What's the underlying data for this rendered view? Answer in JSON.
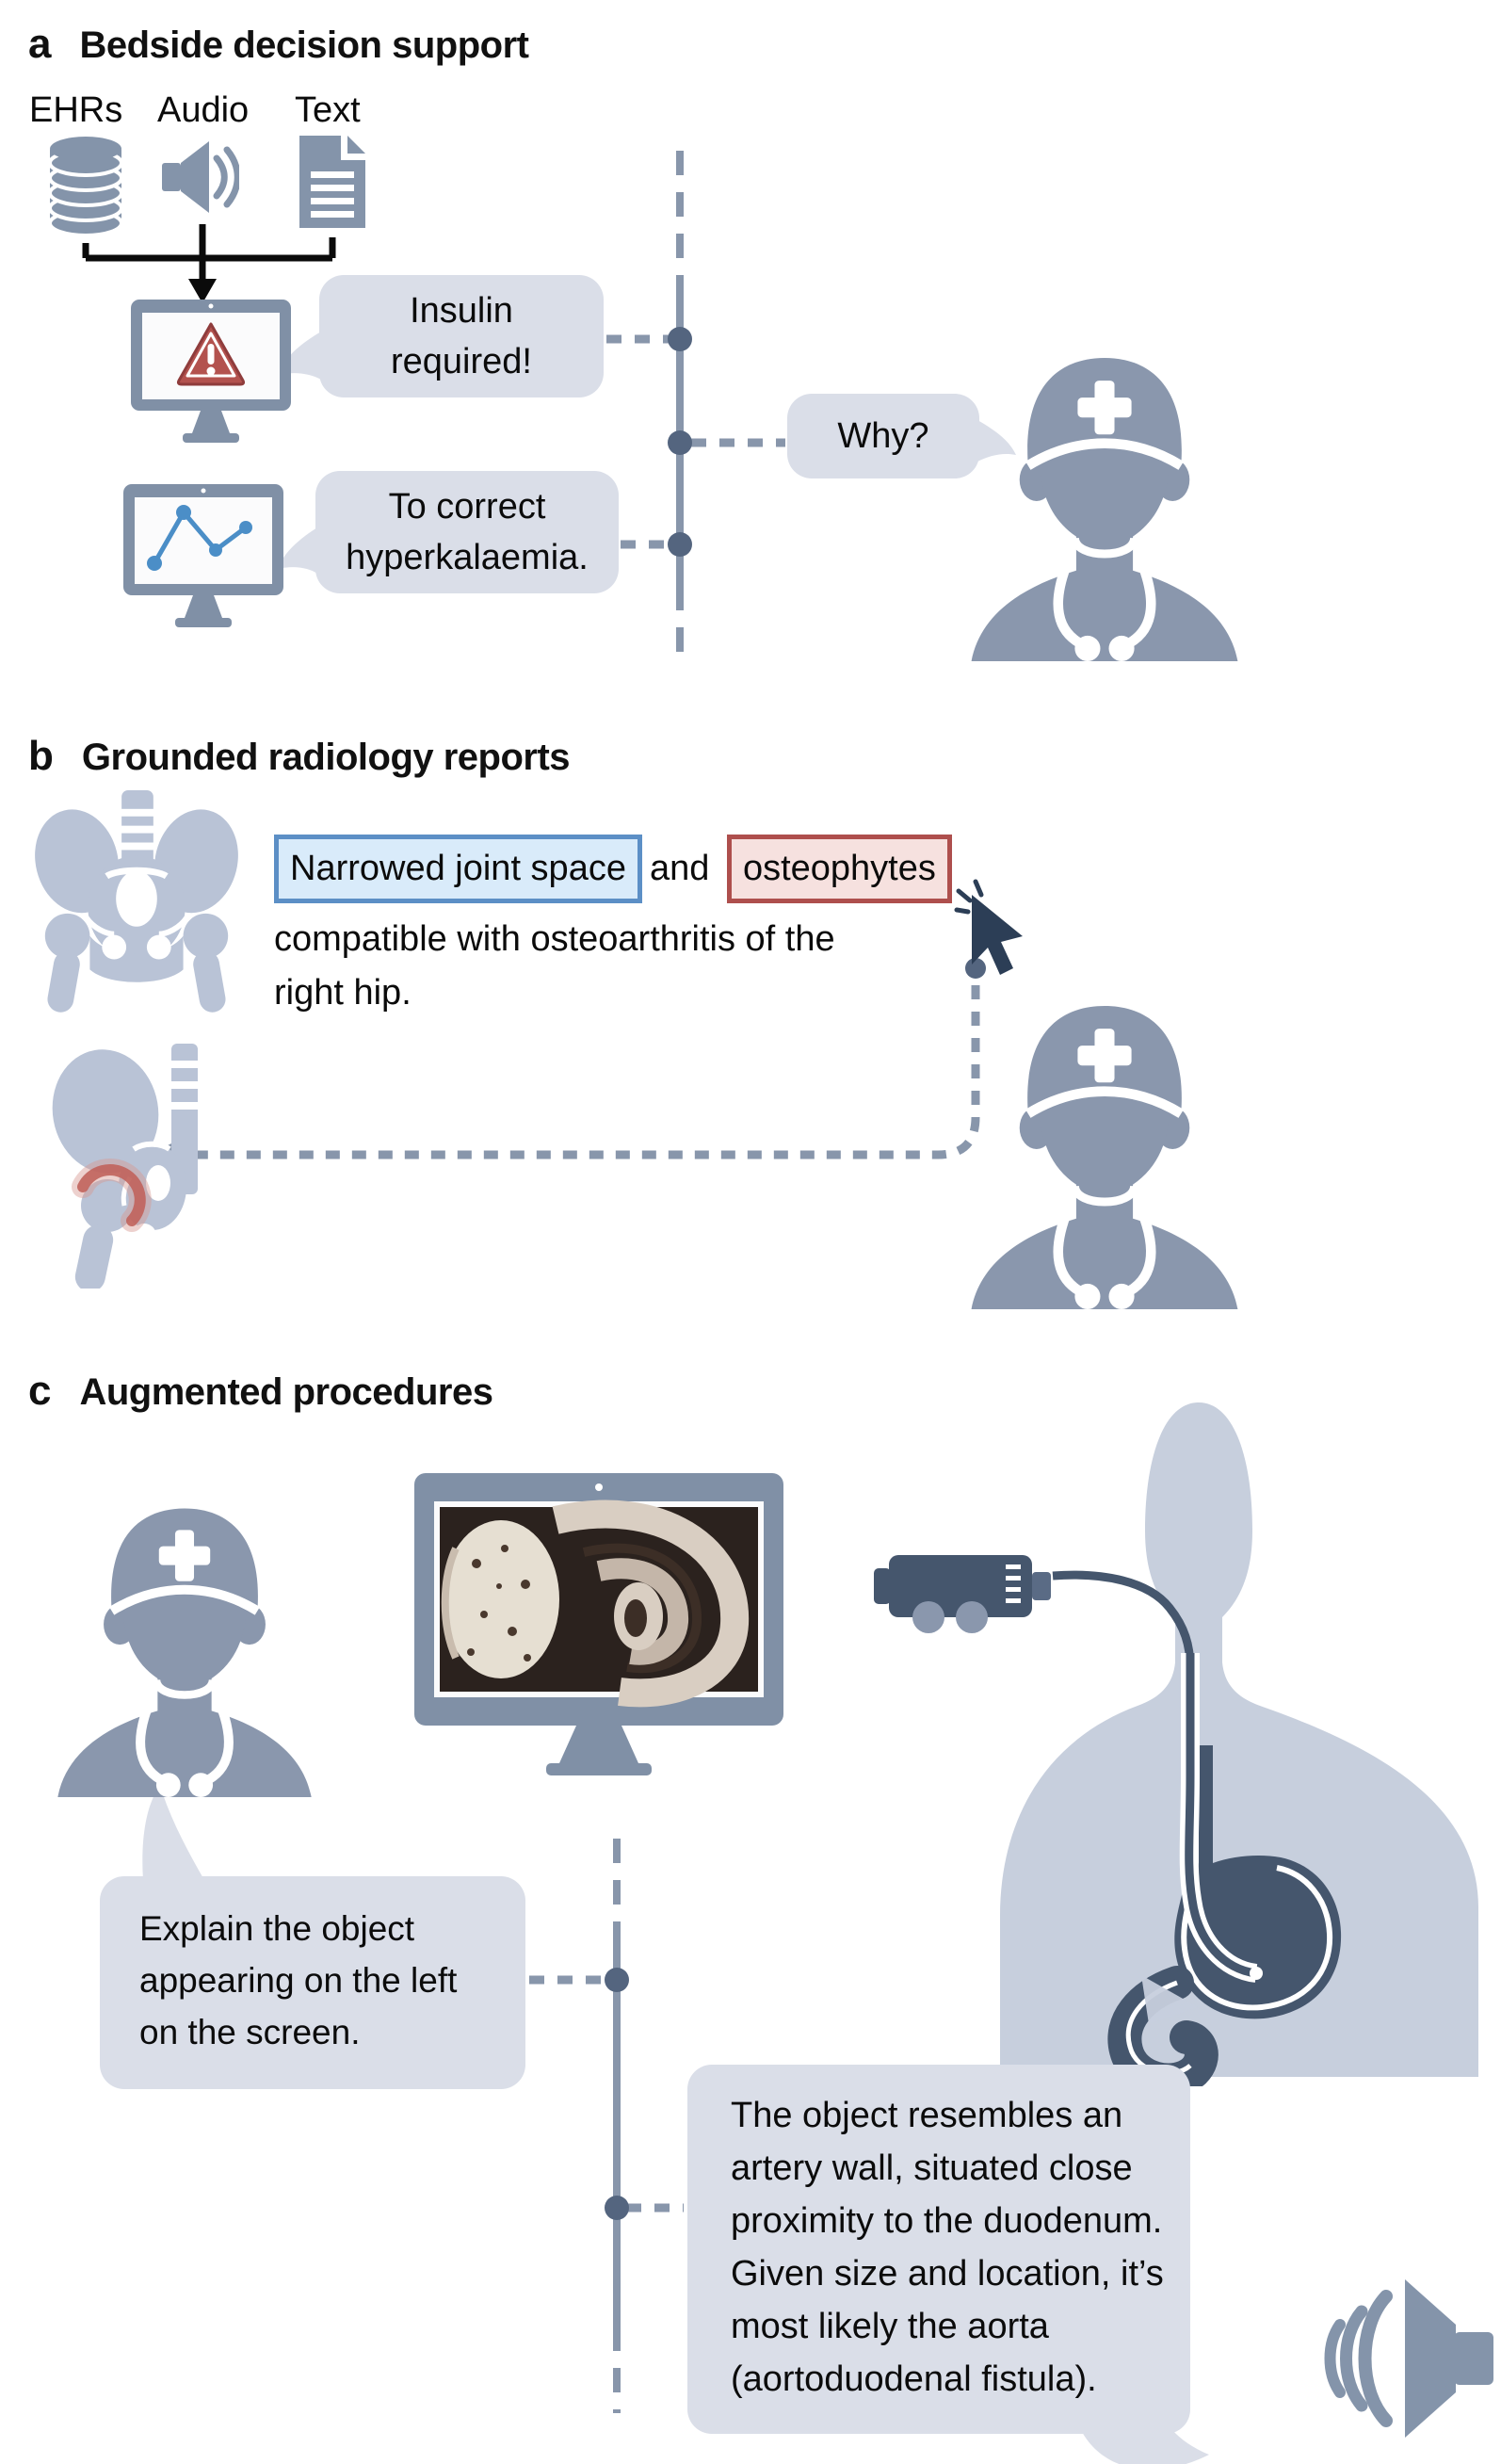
{
  "figure": {
    "panel_a": {
      "label": "a",
      "title": "Bedside decision support",
      "inputs": [
        {
          "name": "EHRs",
          "icon": "database-icon"
        },
        {
          "name": "Audio",
          "icon": "audio-speaker-icon"
        },
        {
          "name": "Text",
          "icon": "document-icon"
        }
      ],
      "alert_bubble": {
        "lines": [
          "Insulin",
          "required!"
        ]
      },
      "clinician_bubble": {
        "text": "Why?"
      },
      "reason_bubble": {
        "lines": [
          "To correct",
          "hyperkalaemia."
        ]
      }
    },
    "panel_b": {
      "label": "b",
      "title": "Grounded radiology reports",
      "report": {
        "finding_blue": "Narrowed joint space",
        "conjunction": "and",
        "finding_red": "osteophytes",
        "line_2": "compatible with osteoarthritis of the",
        "line_3": "right hip."
      }
    },
    "panel_c": {
      "label": "c",
      "title": "Augmented procedures",
      "question_bubble": {
        "lines": [
          "Explain the object",
          "appearing on the left",
          "on the screen."
        ]
      },
      "answer_bubble": {
        "lines": [
          "The object resembles an",
          "artery wall, situated close",
          "proximity to the duodenum.",
          "Given size and location, it’s",
          "most likely the aorta",
          "(aortoduodenal fistula)."
        ]
      }
    },
    "colors": {
      "slate": "#8494aa",
      "figure_light": "#c7cfdd",
      "doctor": "#8a97ad",
      "bubble": "#dadee8",
      "timeline": "#8896ab",
      "dot": "#54657f",
      "alert_red": "#b3524e",
      "chart_blue": "#4b8ec7",
      "highlight_blue_border": "#5c8fc6",
      "highlight_blue_fill": "#d9ebfa",
      "highlight_red_border": "#ae4f4d",
      "highlight_red_fill": "#f6e1df",
      "device_dark": "#45566d",
      "cursor_navy": "#2c3e56"
    }
  }
}
